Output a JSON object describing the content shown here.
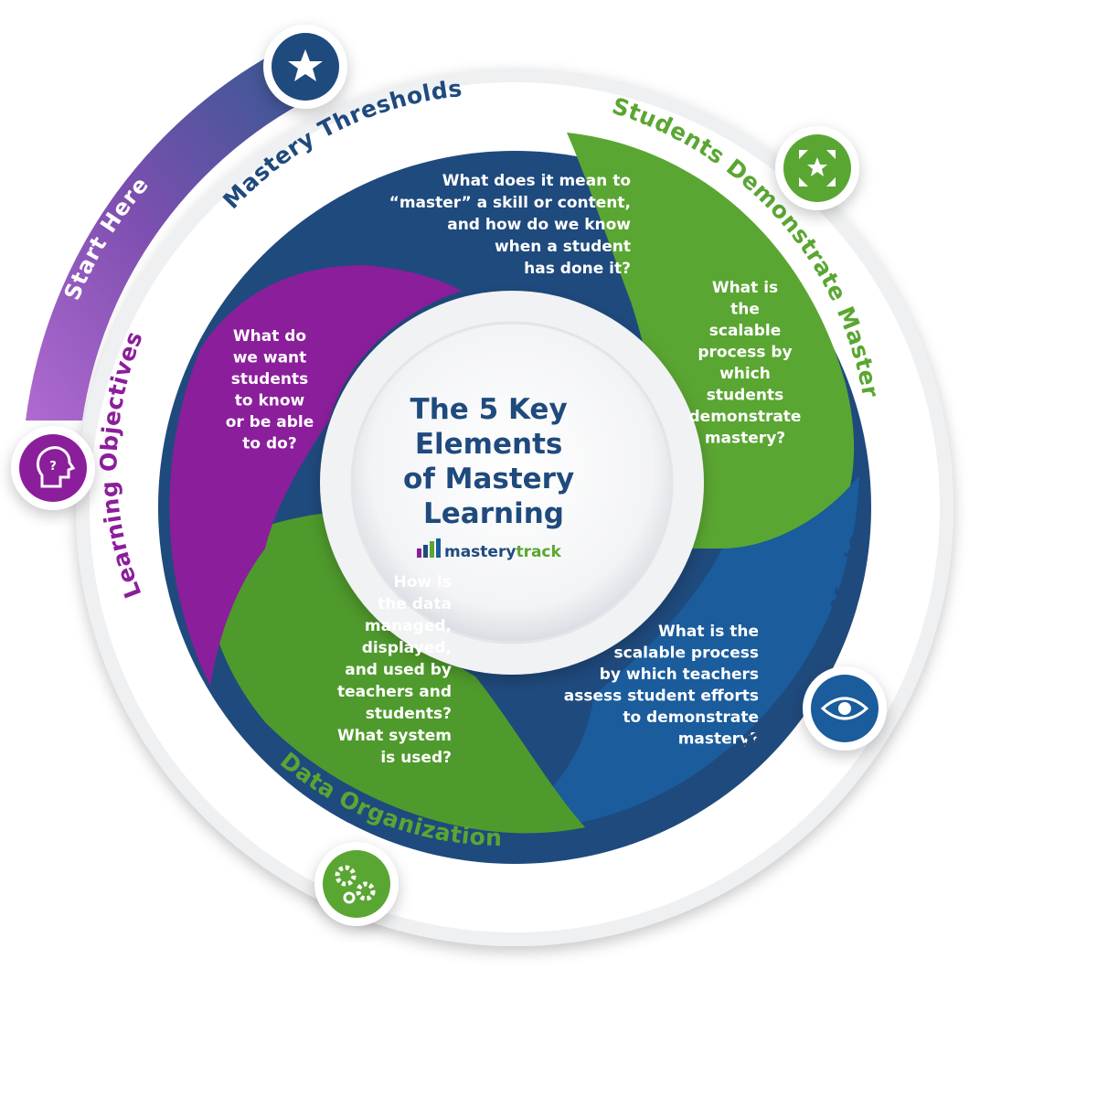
{
  "center": {
    "title_lines": [
      "The 5 Key",
      "Elements",
      "of Mastery",
      "Learning"
    ],
    "logo": {
      "word1": "mastery",
      "word2": "track"
    }
  },
  "start_label": "Start Here",
  "elements": [
    {
      "id": "mastery-thresholds",
      "label": "Mastery Thresholds",
      "icon": "star-icon",
      "color": "#1f4a7d",
      "question_lines": [
        "What does it mean to",
        "“master” a skill or content,",
        "and how do we know",
        "when a student",
        "has done it?"
      ]
    },
    {
      "id": "students-demonstrate-mastery",
      "label": "Students Demonstrate Mastery",
      "icon": "arrows-star-icon",
      "color": "#5aa632",
      "question_lines": [
        "What is",
        "the",
        "scalable",
        "process by",
        "which",
        "students",
        "demonstrate",
        "mastery?"
      ]
    },
    {
      "id": "teachers-assess-mastery",
      "label": "Teachers Assess Mastery",
      "icon": "eye-icon",
      "color": "#1f4a7d",
      "question_lines": [
        "What is the",
        "scalable process",
        "by which teachers",
        "assess student efforts",
        "to demonstrate",
        "mastery?"
      ]
    },
    {
      "id": "data-organization",
      "label": "Data Organization",
      "icon": "gears-icon",
      "color": "#5aa632",
      "question_lines": [
        "How is",
        "the data",
        "managed,",
        "displayed,",
        "and used by",
        "teachers and",
        "students?",
        "What system",
        "is used?"
      ]
    },
    {
      "id": "learning-objectives",
      "label": "Learning Objectives",
      "icon": "head-question-icon",
      "color": "#8b1e9b",
      "question_lines": [
        "What do",
        "we want",
        "students",
        "to know",
        "or be able",
        "to do?"
      ]
    }
  ],
  "colors": {
    "navy": "#1f4a7d",
    "green": "#5aa632",
    "purple": "#8b1e9b",
    "blue": "#1a5c9c"
  }
}
